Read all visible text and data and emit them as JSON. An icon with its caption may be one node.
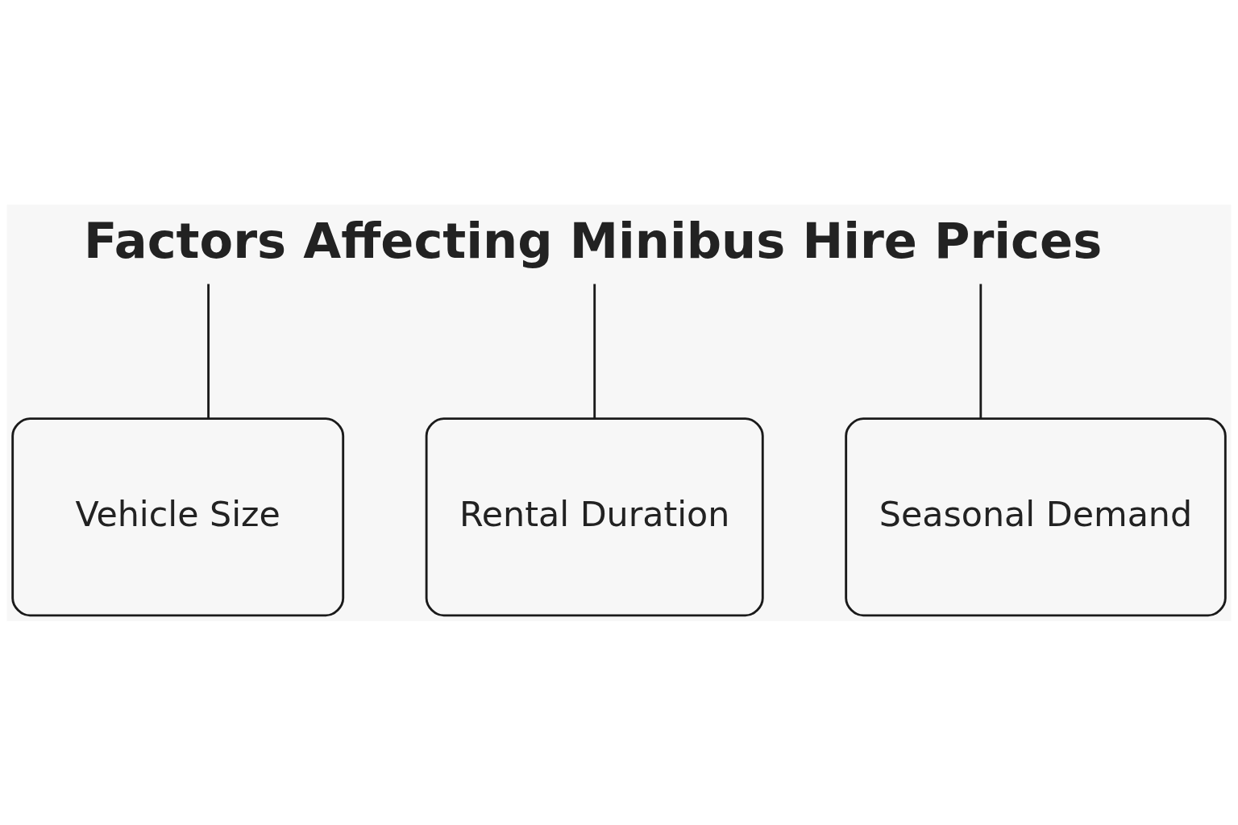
{
  "diagram": {
    "nodes": [
      {
        "text": [
          "Factors Affecting Minibus Hire Prices"
        ]
      },
      {
        "text": [
          "Vehicle Size"
        ]
      },
      {
        "text": [
          "Rental Duration"
        ]
      },
      {
        "text": [
          "Seasonal Demand"
        ]
      }
    ],
    "edges": [
      {
        "from": 0,
        "to": 1,
        "arrow": "none"
      },
      {
        "from": 0,
        "to": 2,
        "arrow": "none"
      },
      {
        "from": 0,
        "to": 3,
        "arrow": "none"
      }
    ]
  }
}
